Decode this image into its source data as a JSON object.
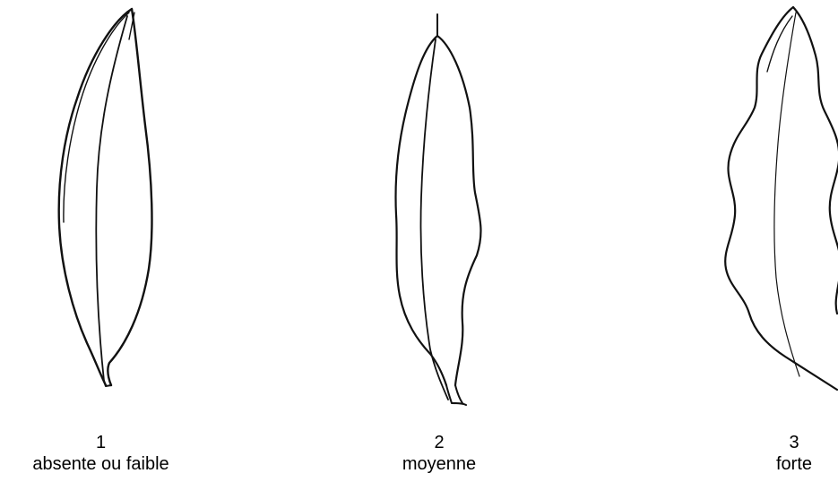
{
  "colors": {
    "ink": "#111111",
    "background": "#ffffff"
  },
  "figures": [
    {
      "number": "1",
      "label": "absente ou faible"
    },
    {
      "number": "2",
      "label": "moyenne"
    },
    {
      "number": "3",
      "label": "forte"
    }
  ]
}
